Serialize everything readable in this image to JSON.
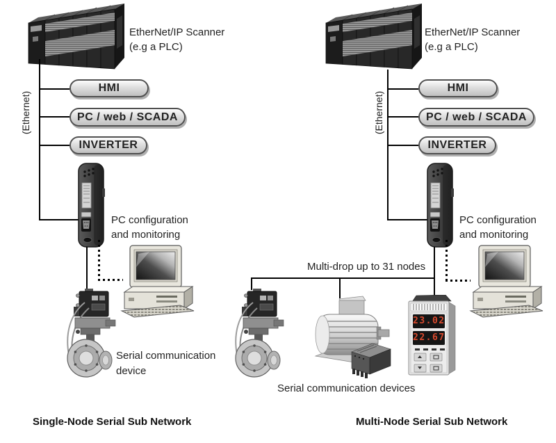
{
  "palette": {
    "line": "#000000",
    "text": "#1f1f1f",
    "pill_face_top": "#fbfbfb",
    "pill_face_bottom": "#c0c0c0",
    "pill_border": "#4f4f4f",
    "led_digits": "#d84a2e"
  },
  "single_node": {
    "scanner_label_line1": "EtherNet/IP Scanner",
    "scanner_label_line2": "(e.g a PLC)",
    "ethernet_label": "(Ethernet)",
    "pills": [
      "HMI",
      "PC / web / SCADA",
      "INVERTER"
    ],
    "pc_label_line1": "PC configuration",
    "pc_label_line2": "and monitoring",
    "device_label_line1": "Serial communication",
    "device_label_line2": "device",
    "caption": "Single-Node Serial Sub Network"
  },
  "multi_node": {
    "scanner_label_line1": "EtherNet/IP Scanner",
    "scanner_label_line2": "(e.g a PLC)",
    "ethernet_label": "(Ethernet)",
    "pills": [
      "HMI",
      "PC / web / SCADA",
      "INVERTER"
    ],
    "pc_label_line1": "PC configuration",
    "pc_label_line2": "and monitoring",
    "multidrop_label": "Multi-drop up to 31 nodes",
    "devices_label": "Serial communication devices",
    "caption": "Multi-Node Serial Sub Network"
  },
  "panel_meter": {
    "display_row1": "23.02",
    "display_row2": "22.67"
  }
}
